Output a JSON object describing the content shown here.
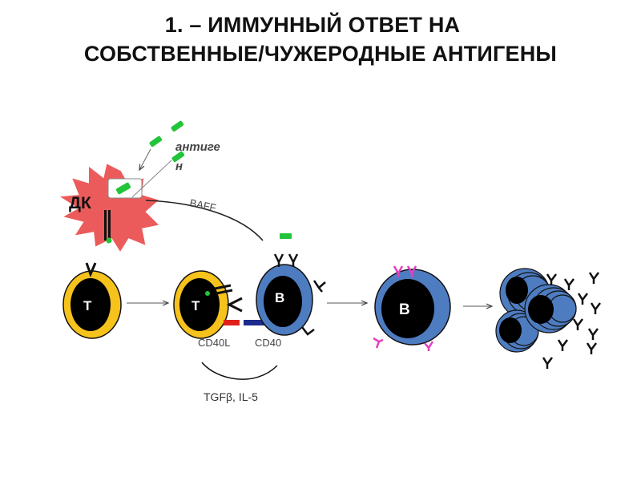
{
  "title": {
    "line1": "1. – ИММУННЫЙ ОТВЕТ  НА",
    "line2": "СОБСТВЕННЫЕ/ЧУЖЕРОДНЫЕ АНТИГЕНЫ"
  },
  "labels": {
    "antigen_line1": "антиге",
    "antigen_line2": "н",
    "dc": "ДК",
    "baff": "BAFF",
    "t_cell_1": "T",
    "t_cell_2": "T",
    "b_cell_1": "B",
    "b_cell_2": "B",
    "cd40l": "CD40L",
    "cd40": "CD40",
    "cytokines": "TGFβ, IL-5"
  },
  "colors": {
    "dc_fill": "#ec5b5b",
    "t_ring": "#f6c21c",
    "b_fill": "#4e7cc0",
    "nucleus": "#000000",
    "antigen": "#22c43a",
    "cd40l_bar": "#e0201c",
    "cd40_bar": "#1c2a8c",
    "pink_antibody": "#e43fc0"
  }
}
